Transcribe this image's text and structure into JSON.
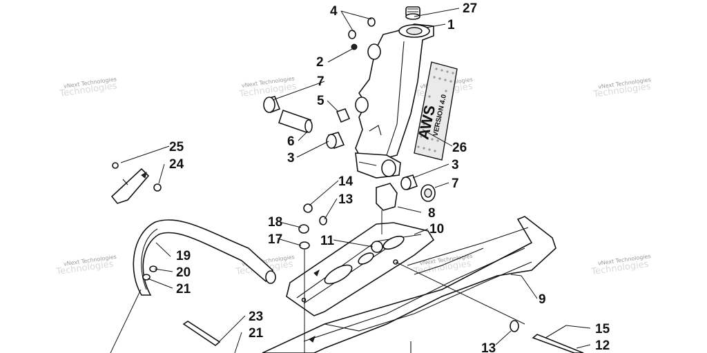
{
  "diagram": {
    "callouts": [
      {
        "id": "c4",
        "label": "4"
      },
      {
        "id": "c27",
        "label": "27"
      },
      {
        "id": "c1",
        "label": "1"
      },
      {
        "id": "c2",
        "label": "2"
      },
      {
        "id": "c7a",
        "label": "7"
      },
      {
        "id": "c5",
        "label": "5"
      },
      {
        "id": "c6",
        "label": "6"
      },
      {
        "id": "c3a",
        "label": "3"
      },
      {
        "id": "c26",
        "label": "26"
      },
      {
        "id": "c25",
        "label": "25"
      },
      {
        "id": "c24",
        "label": "24"
      },
      {
        "id": "c3b",
        "label": "3"
      },
      {
        "id": "c7b",
        "label": "7"
      },
      {
        "id": "c14",
        "label": "14"
      },
      {
        "id": "c13a",
        "label": "13"
      },
      {
        "id": "c8",
        "label": "8"
      },
      {
        "id": "c18",
        "label": "18"
      },
      {
        "id": "c10",
        "label": "10"
      },
      {
        "id": "c17",
        "label": "17"
      },
      {
        "id": "c11",
        "label": "11"
      },
      {
        "id": "c19",
        "label": "19"
      },
      {
        "id": "c20",
        "label": "20"
      },
      {
        "id": "c21a",
        "label": "21"
      },
      {
        "id": "c9",
        "label": "9"
      },
      {
        "id": "c23",
        "label": "23"
      },
      {
        "id": "c15",
        "label": "15"
      },
      {
        "id": "c21b",
        "label": "21"
      },
      {
        "id": "c13b",
        "label": "13"
      },
      {
        "id": "c12",
        "label": "12"
      }
    ],
    "watermark": "vNext Technologies",
    "logo": {
      "text": "AWS",
      "sub": "VERSION 4.0"
    }
  }
}
